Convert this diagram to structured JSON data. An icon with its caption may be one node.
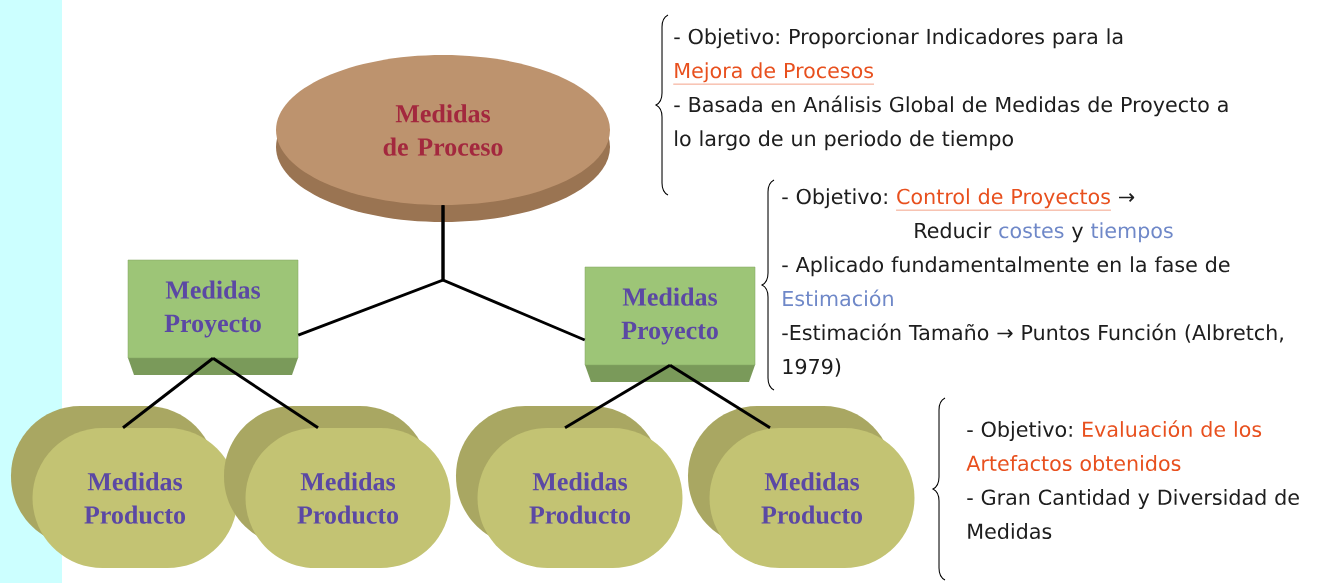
{
  "diagram": {
    "nodes": [
      {
        "text": [
          "Medidas de Proceso"
        ]
      },
      {
        "text": [
          "Medidas Proyecto"
        ]
      },
      {
        "text": [
          "Medidas Proyecto"
        ]
      },
      {
        "text": [
          "Medidas Producto"
        ]
      },
      {
        "text": [
          "Medidas Producto"
        ]
      },
      {
        "text": [
          "Medidas Producto"
        ]
      },
      {
        "text": [
          "Medidas Producto"
        ]
      }
    ],
    "edges": [
      {
        "from": 0,
        "to": 1,
        "arrow": "none"
      },
      {
        "from": 0,
        "to": 2,
        "arrow": "none"
      },
      {
        "from": 1,
        "to": 3,
        "arrow": "none"
      },
      {
        "from": 1,
        "to": 4,
        "arrow": "none"
      },
      {
        "from": 2,
        "to": 5,
        "arrow": "none"
      },
      {
        "from": 2,
        "to": 6,
        "arrow": "none"
      }
    ],
    "labels": [
      "- Objetivo: Proporcionar Indicadores para la",
      "Mejora de Procesos",
      "- Basada en Análisis Global de Medidas de Proyecto a lo largo de un periodo de tiempo",
      "- Objetivo:",
      "Control de Proyectos",
      "→",
      "Reducir",
      "costes",
      "y",
      "tiempos",
      "- Aplicado fundamentalmente en la fase de",
      "Estimación",
      "-Estimación Tamaño → Puntos Función (Albretch, 1979)",
      "- Objetivo:",
      "Evaluación de los Artefactos obtenidos",
      "- Gran Cantidad y Diversidad de Medidas"
    ]
  }
}
